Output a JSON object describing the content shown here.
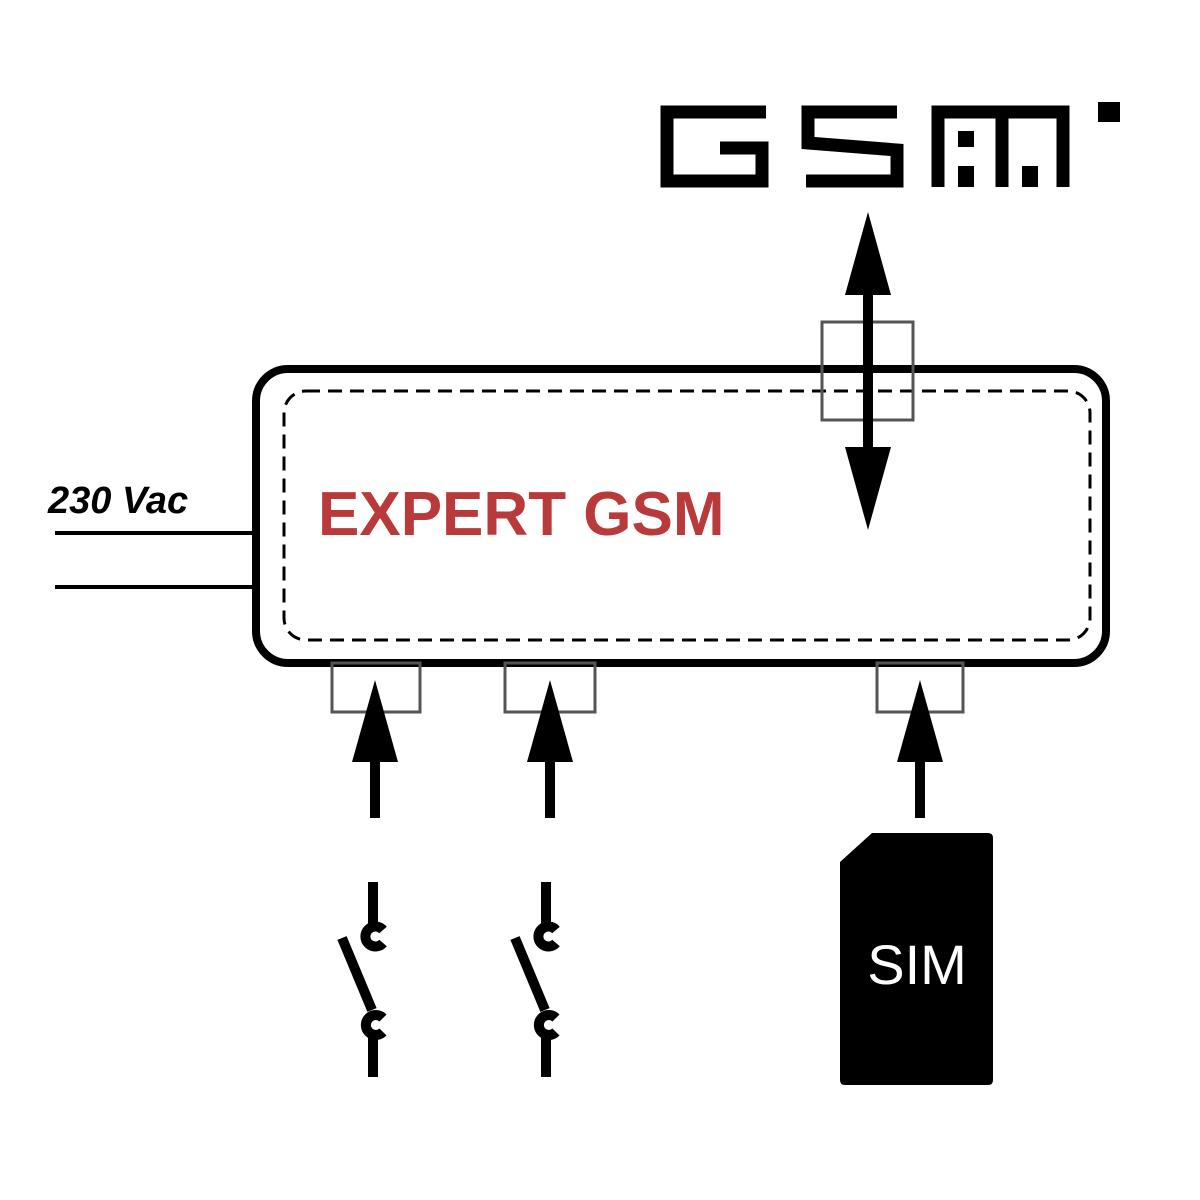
{
  "logo": {
    "text": "GSM"
  },
  "device": {
    "name": "EXPERT GSM"
  },
  "power": {
    "label": "230 Vac"
  },
  "sim": {
    "label": "SIM"
  },
  "colors": {
    "device_name": "#b83a3a",
    "line": "#000000",
    "connector": "#555555"
  }
}
